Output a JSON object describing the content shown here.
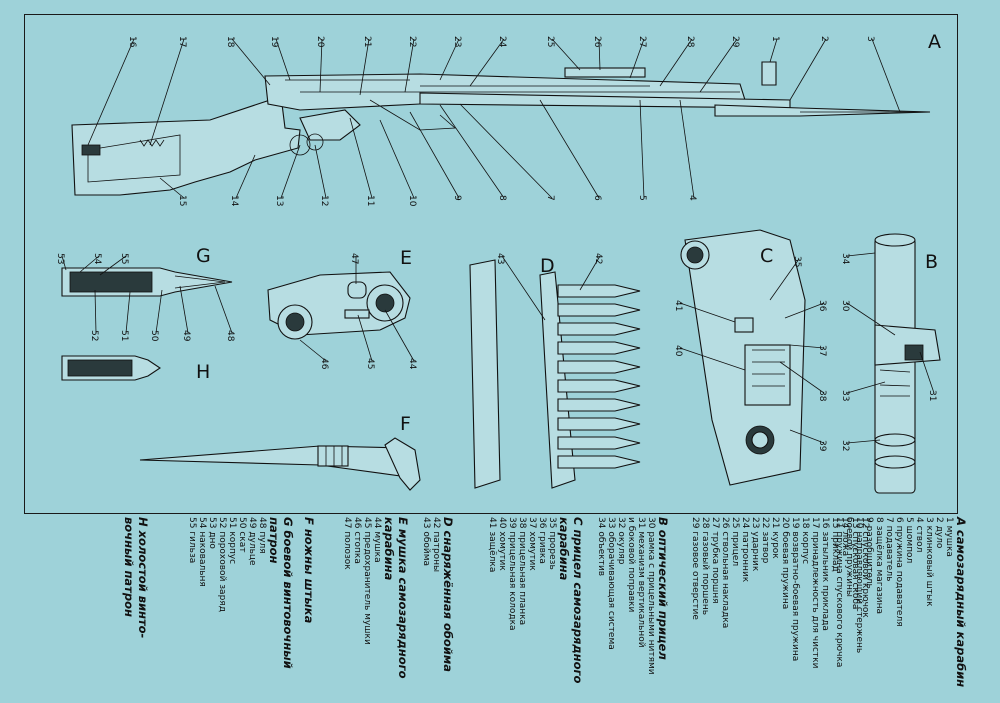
{
  "section_letters": {
    "A": "A",
    "B": "B",
    "C": "C",
    "D": "D",
    "E": "E",
    "F": "F",
    "G": "G",
    "H": "H"
  },
  "callouts": [
    "1",
    "2",
    "3",
    "4",
    "5",
    "6",
    "7",
    "8",
    "9",
    "10",
    "11",
    "12",
    "13",
    "14",
    "15",
    "16",
    "17",
    "18",
    "19",
    "20",
    "21",
    "22",
    "23",
    "24",
    "25",
    "26",
    "27",
    "28",
    "29",
    "30",
    "31",
    "32",
    "33",
    "34",
    "35",
    "36",
    "37",
    "38",
    "39",
    "40",
    "41",
    "42",
    "43",
    "44",
    "45",
    "46",
    "47",
    "48",
    "49",
    "50",
    "51",
    "52",
    "53",
    "54",
    "55"
  ],
  "legend": {
    "A": {
      "title": "A самозарядный карабин",
      "items": [
        "1 мушка",
        "2 дуло",
        "3 клинковый штык",
        "4 ствол",
        "5 шомпол",
        "6 пружина подавателя",
        "7 подаватель",
        "8 защёлка магазина",
        "9 разобщитель",
        "10 направляющий стержень",
        "   боевой пружины",
        "11 пружина спускового крючка",
        "12 спусковой крючок",
        "13 спусковая скоба",
        "14 ложа",
        "15 приклад",
        "16 затыльник приклада",
        "17 принадлежность для чистки",
        "18 корпус",
        "19 возвратно-боевая пружина",
        "20 боевая пружина",
        "21 курок",
        "22 затвор",
        "23 ударник",
        "24 патронник",
        "25 прицел",
        "26 ствольная накладка",
        "27 трубка поршня",
        "28 газовый поршень",
        "29 газовое отверстие"
      ]
    },
    "B": {
      "title": "В оптический прицел",
      "items": [
        "30 рамка с прицельными нитями",
        "31 механизм вертикальной",
        "   и боковой поправки",
        "32 окуляр",
        "33 оборачивающая система",
        "34 объектив"
      ]
    },
    "C": {
      "title": "С прицел самозарядного",
      "title2": "карабина",
      "items": [
        "35 прорезь",
        "36 гривка",
        "37 хомутик",
        "38 прицельная планка",
        "39 прицельная колодка",
        "40 хомутик",
        "41 защёлка"
      ]
    },
    "D": {
      "title": "D снаряжённая обойма",
      "items": [
        "42 патроны",
        "43 обойма"
      ]
    },
    "E": {
      "title": "Е мушка самозарядного",
      "title2": "карабина",
      "items": [
        "44 мушка",
        "45 предохранитель мушки",
        "46 стопка",
        "47 полозок"
      ]
    },
    "F": {
      "title": "F ножны штыка",
      "items": []
    },
    "G": {
      "title": "G боевой винтовочный",
      "title2": "патрон",
      "items": [
        "48 пуля",
        "49 дульце",
        "50 скат",
        "51 корпус",
        "52 пороховой заряд",
        "53 дно",
        "54 наковальня",
        "55 гильза"
      ]
    },
    "H": {
      "title": "Н холостой винто-",
      "title2": "вочный патрон",
      "items": []
    }
  }
}
